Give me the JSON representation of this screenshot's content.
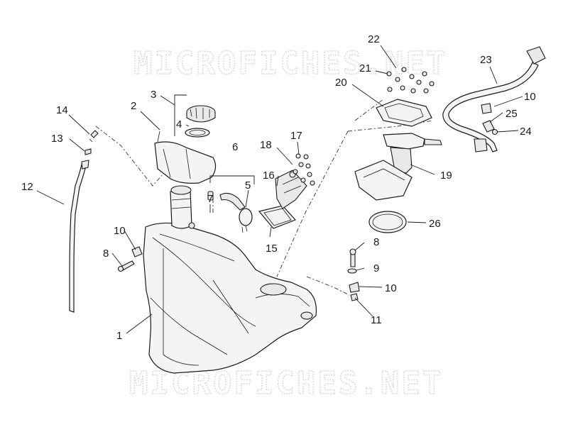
{
  "watermark": {
    "top_text": "MICROFICHES.NET",
    "bottom_text": "MICROFICHES.NET"
  },
  "callouts": [
    {
      "id": "c1",
      "label": "1"
    },
    {
      "id": "c2",
      "label": "2"
    },
    {
      "id": "c3",
      "label": "3"
    },
    {
      "id": "c4",
      "label": "4"
    },
    {
      "id": "c5",
      "label": "5"
    },
    {
      "id": "c6",
      "label": "6"
    },
    {
      "id": "c7",
      "label": "7"
    },
    {
      "id": "c8a",
      "label": "8"
    },
    {
      "id": "c8b",
      "label": "8"
    },
    {
      "id": "c9",
      "label": "9"
    },
    {
      "id": "c10a",
      "label": "10"
    },
    {
      "id": "c10b",
      "label": "10"
    },
    {
      "id": "c10c",
      "label": "10"
    },
    {
      "id": "c11",
      "label": "11"
    },
    {
      "id": "c12",
      "label": "12"
    },
    {
      "id": "c13",
      "label": "13"
    },
    {
      "id": "c14",
      "label": "14"
    },
    {
      "id": "c15",
      "label": "15"
    },
    {
      "id": "c16",
      "label": "16"
    },
    {
      "id": "c17",
      "label": "17"
    },
    {
      "id": "c18",
      "label": "18"
    },
    {
      "id": "c19",
      "label": "19"
    },
    {
      "id": "c20",
      "label": "20"
    },
    {
      "id": "c21",
      "label": "21"
    },
    {
      "id": "c22",
      "label": "22"
    },
    {
      "id": "c23",
      "label": "23"
    },
    {
      "id": "c24",
      "label": "24"
    },
    {
      "id": "c25",
      "label": "25"
    },
    {
      "id": "c26",
      "label": "26"
    }
  ]
}
